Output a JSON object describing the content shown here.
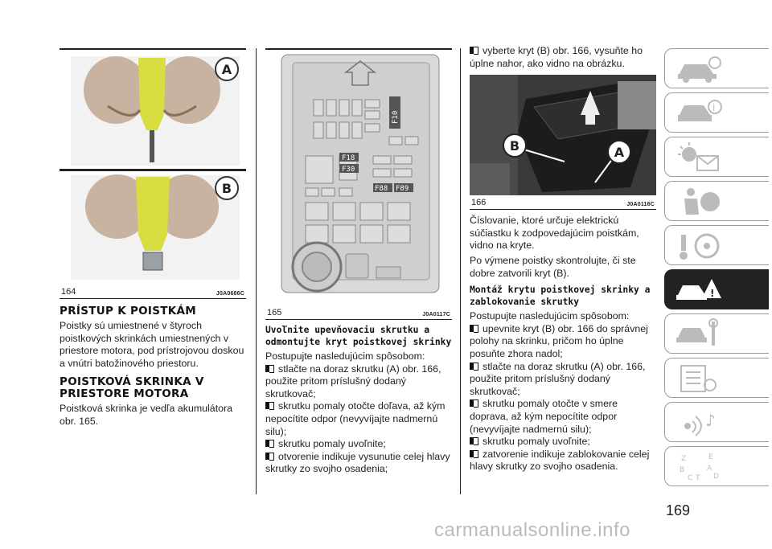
{
  "col1": {
    "fig164": {
      "label_a": "A",
      "label_b": "B",
      "number": "164",
      "code": "J0A0686C"
    },
    "heading1": "PRÍSTUP K POISTKÁM",
    "para1": "Poistky sú umiestnené v štyroch poistkových skrinkách umiestnených v priestore motora, pod prístrojovou doskou a vnútri batožinového priestoru.",
    "heading2": "POISTKOVÁ SKRINKA V PRIESTORE MOTORA",
    "para2": "Poistková skrinka je vedľa akumulátora obr. 165."
  },
  "col2": {
    "fig165": {
      "number": "165",
      "code": "J0A0117C",
      "fuses": [
        "F10",
        "F18",
        "F30",
        "F88",
        "F89"
      ]
    },
    "subheading": "Uvoľnite upevňovaciu skrutku a odmontujte kryt poistkovej skrinky",
    "intro": "Postupujte nasledujúcim spôsobom:",
    "bullets": [
      "stlačte na doraz skrutku (A) obr. 166, použite pritom príslušný dodaný skrutkovač;",
      "skrutku pomaly otočte doľava, až kým nepocítite odpor (nevyvíjajte nadmernú silu);",
      "skrutku pomaly uvoľnite;",
      "otvorenie indikuje vysunutie celej hlavy skrutky zo svojho osadenia;"
    ]
  },
  "col3": {
    "bullet_top": "vyberte kryt (B) obr. 166, vysuňte ho úplne nahor, ako vidno na obrázku.",
    "fig166": {
      "label_a": "A",
      "label_b": "B",
      "number": "166",
      "code": "J0A0116C"
    },
    "para1": "Číslovanie, ktoré určuje elektrickú súčiastku k zodpovedajúcim poistkám, vidno na kryte.",
    "para2": "Po výmene poistky skontrolujte, či ste dobre zatvorili kryt (B).",
    "subheading": "Montáž krytu poistkovej skrinky a zablokovanie skrutky",
    "intro": "Postupujte nasledujúcim spôsobom:",
    "bullets": [
      "upevnite kryt (B) obr. 166 do správnej polohy na skrinku, pričom ho úplne posuňte zhora nadol;",
      "stlačte na doraz skrutku (A) obr. 166, použite pritom príslušný dodaný skrutkovač;",
      "skrutku pomaly otočte v smere doprava, až kým nepocítite odpor (nevyvíjajte nadmernú silu);",
      "skrutku pomaly uvoľnite;",
      "zatvorenie indikuje zablokovanie celej hlavy skrutky zo svojho osadenia."
    ]
  },
  "sidebar": {
    "tabs": [
      {
        "icon": "car-info-icon"
      },
      {
        "icon": "car-settings-icon"
      },
      {
        "icon": "warning-lights-mail-icon"
      },
      {
        "icon": "airbag-seatbelt-icon"
      },
      {
        "icon": "steering-wheel-icon"
      },
      {
        "icon": "breakdown-warning-icon",
        "active": true
      },
      {
        "icon": "car-service-tools-icon"
      },
      {
        "icon": "specifications-icon"
      },
      {
        "icon": "multimedia-icon"
      },
      {
        "icon": "index-letters-icon",
        "letters": [
          "Z",
          "E",
          "B",
          "A",
          "C",
          "T",
          "D"
        ]
      }
    ],
    "active_color": "#222222"
  },
  "page_number": "169",
  "watermark": "carmanualsonline.info"
}
